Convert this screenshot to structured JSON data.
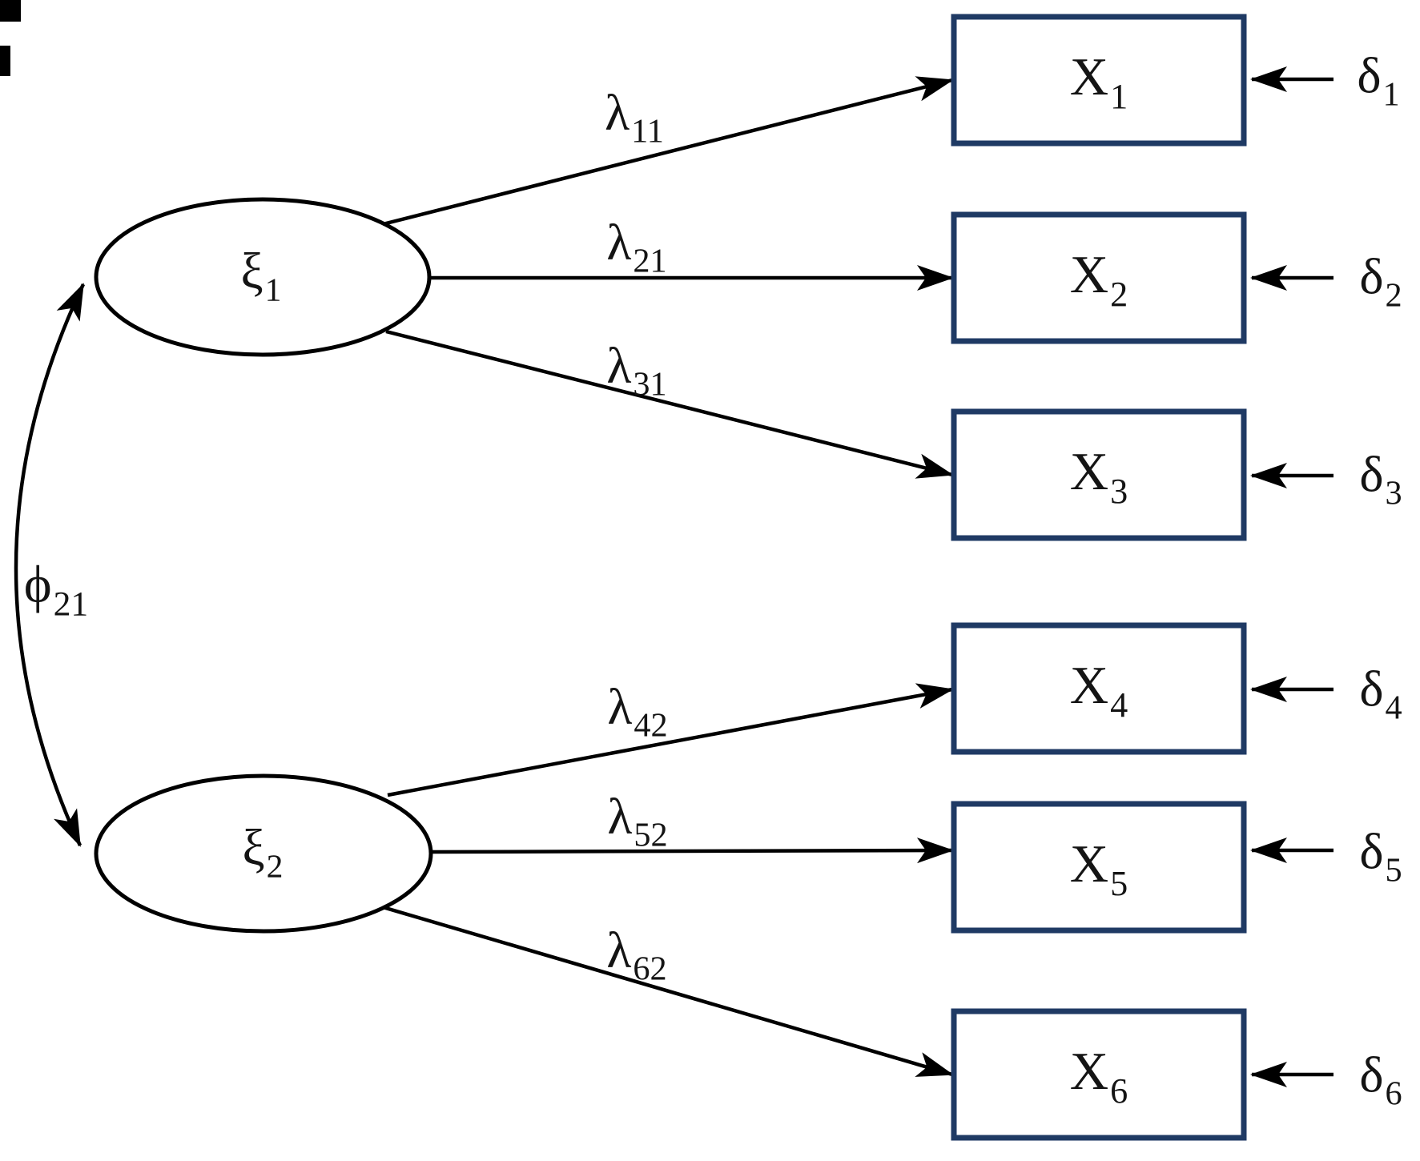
{
  "diagram": {
    "type": "sem-measurement-model",
    "colors": {
      "box_border": "#1f3a64",
      "line": "#000000",
      "text": "#141414",
      "background": "#ffffff"
    },
    "labels": {
      "xi1": {
        "base": "ξ",
        "sub": "1"
      },
      "xi2": {
        "base": "ξ",
        "sub": "2"
      },
      "phi21": {
        "base": "ϕ",
        "sub": "21"
      },
      "lambda11": {
        "base": "λ",
        "sub": "11"
      },
      "lambda21": {
        "base": "λ",
        "sub": "21"
      },
      "lambda31": {
        "base": "λ",
        "sub": "31"
      },
      "lambda42": {
        "base": "λ",
        "sub": "42"
      },
      "lambda52": {
        "base": "λ",
        "sub": "52"
      },
      "lambda62": {
        "base": "λ",
        "sub": "62"
      },
      "x1": {
        "base": "X",
        "sub": "1"
      },
      "x2": {
        "base": "X",
        "sub": "2"
      },
      "x3": {
        "base": "X",
        "sub": "3"
      },
      "x4": {
        "base": "X",
        "sub": "4"
      },
      "x5": {
        "base": "X",
        "sub": "5"
      },
      "x6": {
        "base": "X",
        "sub": "6"
      },
      "delta1": {
        "base": "δ",
        "sub": "1"
      },
      "delta2": {
        "base": "δ",
        "sub": "2"
      },
      "delta3": {
        "base": "δ",
        "sub": "3"
      },
      "delta4": {
        "base": "δ",
        "sub": "4"
      },
      "delta5": {
        "base": "δ",
        "sub": "5"
      },
      "delta6": {
        "base": "δ",
        "sub": "6"
      }
    },
    "structure": {
      "factors": [
        {
          "factor": "ξ1",
          "indicators": [
            "X1",
            "X2",
            "X3"
          ],
          "loadings": [
            "λ11",
            "λ21",
            "λ31"
          ]
        },
        {
          "factor": "ξ2",
          "indicators": [
            "X4",
            "X5",
            "X6"
          ],
          "loadings": [
            "λ42",
            "λ52",
            "λ62"
          ]
        }
      ],
      "factor_covariance": "ϕ21",
      "error_terms": {
        "X1": "δ1",
        "X2": "δ2",
        "X3": "δ3",
        "X4": "δ4",
        "X5": "δ5",
        "X6": "δ6"
      }
    }
  }
}
